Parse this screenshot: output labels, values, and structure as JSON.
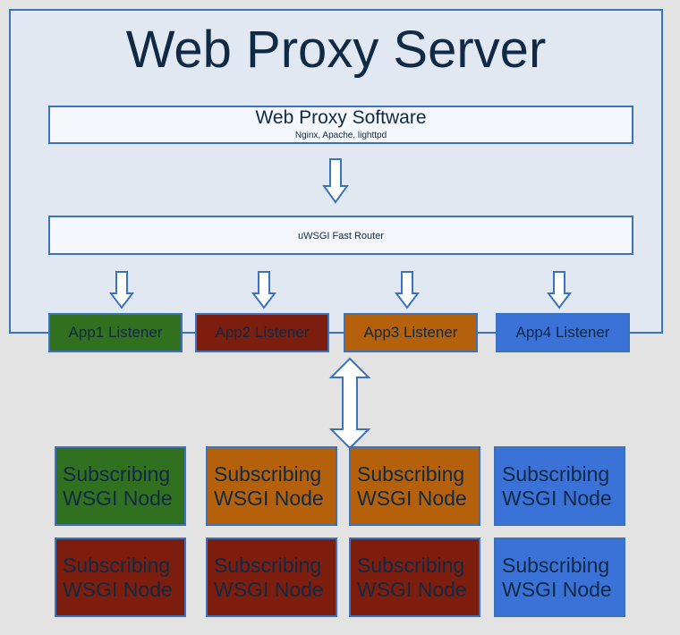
{
  "server": {
    "title": "Web Proxy Server"
  },
  "proxy_software": {
    "title": "Web Proxy Software",
    "subtitle": "Nginx, Apache, lighttpd"
  },
  "router": {
    "label": "uWSGI Fast Router"
  },
  "listeners": [
    {
      "label": "App1 Listener",
      "color": "#31701f"
    },
    {
      "label": "App2 Listener",
      "color": "#7d1d0e"
    },
    {
      "label": "App3 Listener",
      "color": "#b5610b"
    },
    {
      "label": "App4 Listener",
      "color": "#3a72d8"
    }
  ],
  "nodes": {
    "line1": "Subscribing",
    "line2": "WSGI Node",
    "row1_colors": [
      "#31701f",
      "#b5610b",
      "#b5610b",
      "#3a72d8"
    ],
    "row2_colors": [
      "#7d1d0e",
      "#7d1d0e",
      "#7d1d0e",
      "#3a72d8"
    ]
  }
}
